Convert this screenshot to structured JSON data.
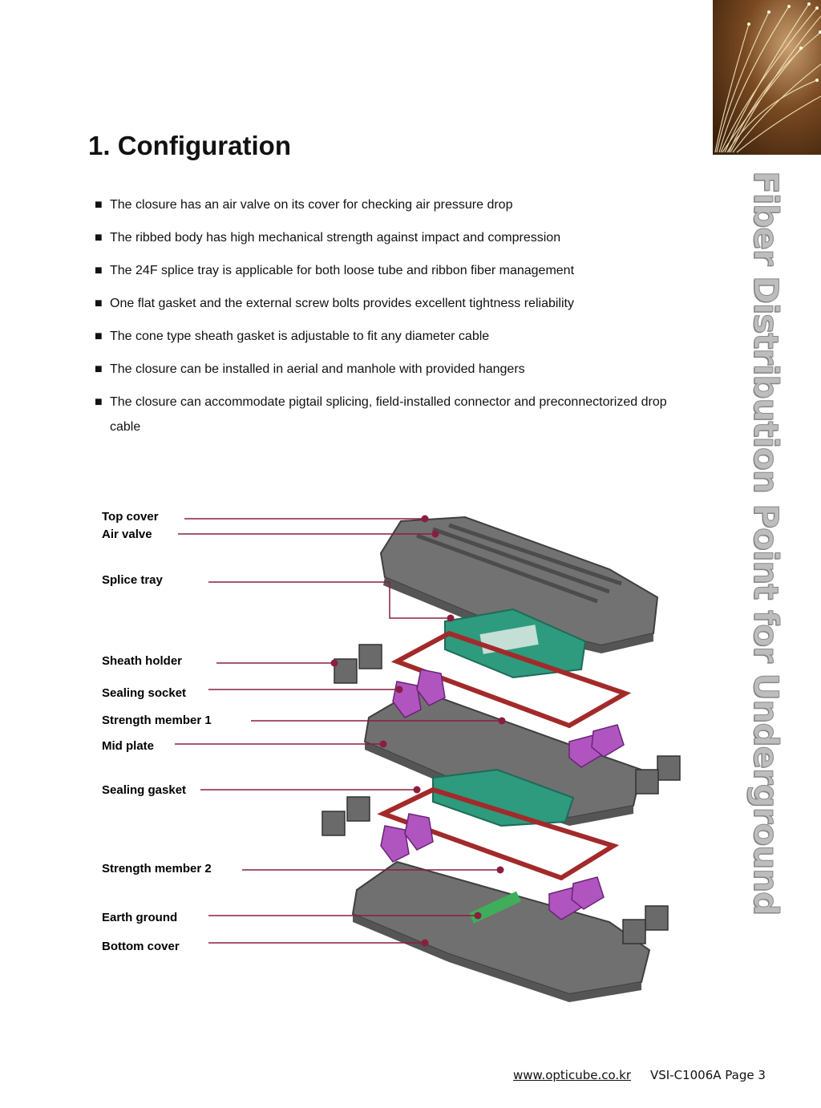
{
  "page": {
    "side_title": "Fiber Distribution Point for Underground",
    "heading": "1. Configuration",
    "bullet_symbol": "■",
    "features": [
      "The closure has an air valve on its cover for checking air pressure drop",
      "The ribbed body has high mechanical strength against impact and compression",
      "The 24F splice tray is applicable for both loose tube and ribbon fiber management",
      "One flat gasket and the external screw bolts provides excellent tightness reliability",
      "The cone type sheath gasket is adjustable to fit any diameter cable",
      "The closure can be installed in aerial and manhole with provided hangers",
      "The closure can accommodate pigtail splicing, field-installed connector and preconnectorized drop cable"
    ]
  },
  "diagram": {
    "labels": {
      "top_cover": "Top cover",
      "air_valve": "Air valve",
      "splice_tray": "Splice tray",
      "sheath_holder": "Sheath holder",
      "sealing_socket": "Sealing socket",
      "strength_member_1": "Strength member 1",
      "mid_plate": "Mid plate",
      "sealing_gasket": "Sealing gasket",
      "strength_member_2": "Strength member 2",
      "earth_ground": "Earth ground",
      "bottom_cover": "Bottom cover"
    },
    "colors": {
      "leader_line": "#8b1e3f",
      "housing": "#6e6e6e",
      "splice_tray": "#2e9a7e",
      "gasket": "#a32a2a",
      "sealing_socket": "#b055c0"
    }
  },
  "footer": {
    "url": "www.opticube.co.kr",
    "doc": "VSI-C1006A Page 3"
  }
}
